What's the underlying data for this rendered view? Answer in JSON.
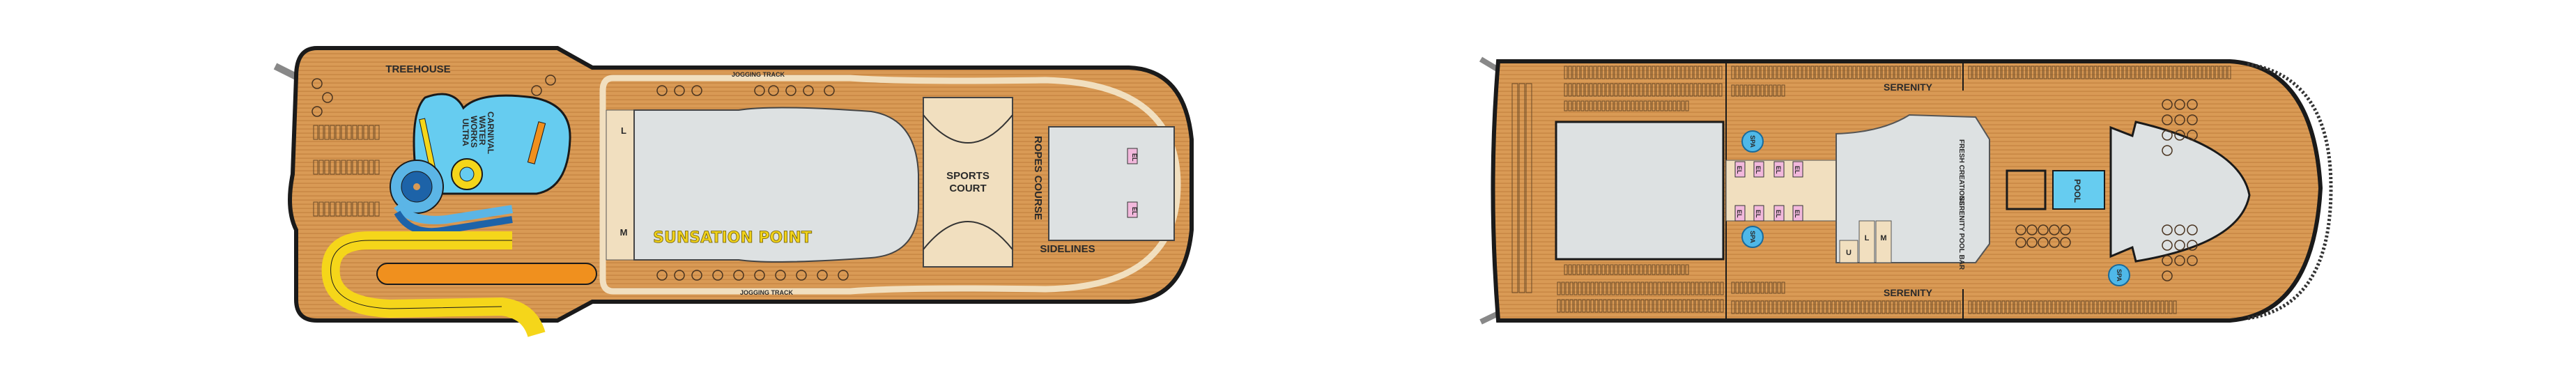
{
  "colors": {
    "deck_wood": "#d99a55",
    "wood_stripe": "#c4823f",
    "hull_outline": "#1a1a1a",
    "interior_grey": "#dde1e2",
    "cream": "#f1dfbf",
    "water_blue": "#66ccf0",
    "slide_yellow": "#f5d61a",
    "slide_orange": "#f0901e",
    "slide_dark_blue": "#1d63a8",
    "elevator_pink": "#f2b8dc",
    "spa_blue": "#4fb8e8",
    "sunsation_text": "#f1d21a"
  },
  "deck_upper": {
    "treehouse": "TREEHOUSE",
    "waterworks": [
      "CARNIVAL",
      "WATER",
      "WORKS",
      "ULTRA"
    ],
    "jogging_track_top": "JOGGING TRACK",
    "jogging_track_bottom": "JOGGING TRACK",
    "sunsation_point": "SUNSATION POINT",
    "restroom_l": "L",
    "restroom_m": "M",
    "sports_court": [
      "SPORTS",
      "COURT"
    ],
    "ropes_course": "ROPES COURSE",
    "sidelines": "SIDELINES",
    "elevators": [
      "EL",
      "EL"
    ]
  },
  "deck_lower": {
    "serenity_top": "SERENITY",
    "serenity_bottom": "SERENITY",
    "fresh_creations": "FRESH CREATIONS",
    "serenity_pool_bar": "SERENITY POOL BAR",
    "pool": "POOL",
    "spa": [
      "SPA",
      "SPA",
      "SPA"
    ],
    "elevators_top": [
      "EL",
      "EL",
      "EL",
      "EL"
    ],
    "elevators_bottom": [
      "EL",
      "EL",
      "EL",
      "EL"
    ],
    "restroom_l": "L",
    "restroom_m": "M",
    "restroom_u": "U"
  }
}
